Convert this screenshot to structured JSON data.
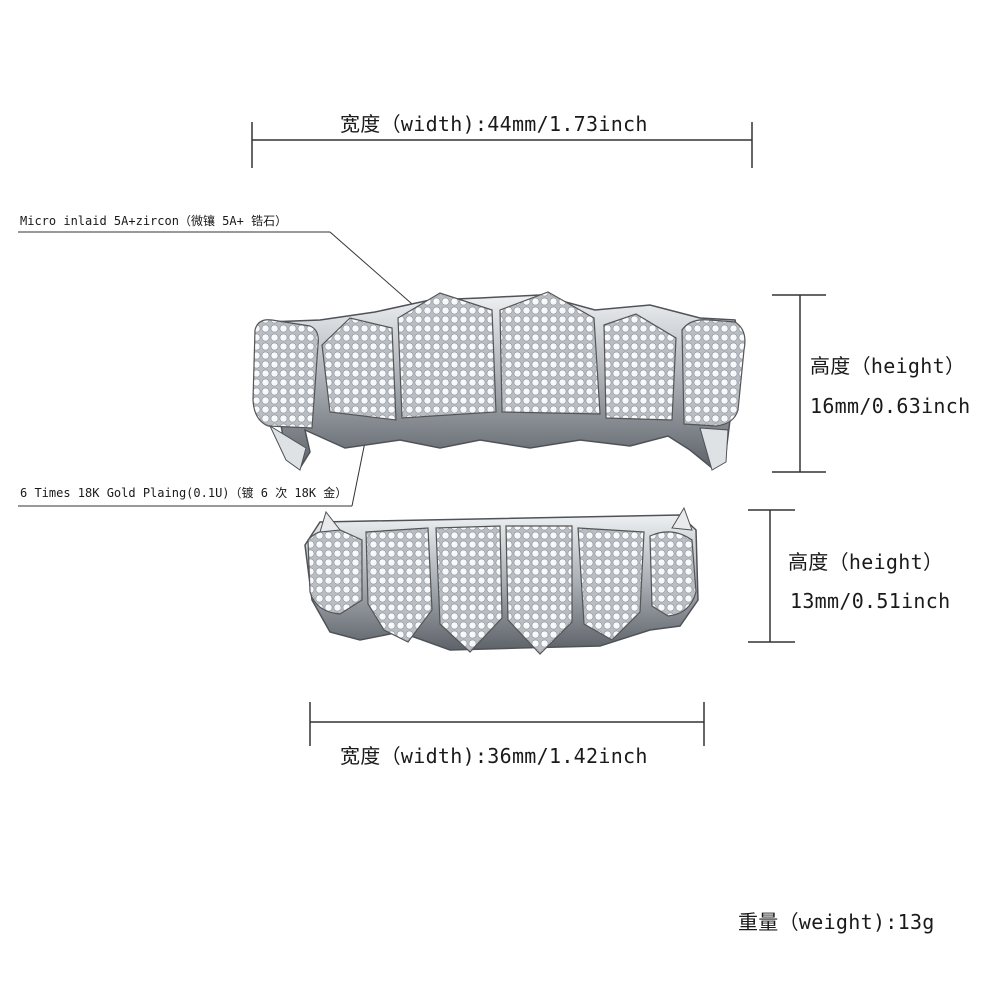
{
  "top_width_label": "宽度（width):44mm/1.73inch",
  "bottom_width_label": "宽度（width):36mm/1.42inch",
  "top_height": {
    "label": "高度（height）",
    "value": "16mm/0.63inch"
  },
  "bottom_height": {
    "label": "高度（height）",
    "value": "13mm/0.51inch"
  },
  "note_zircon": "Micro inlaid 5A+zircon（微镶 5A+ 锆石）",
  "note_plating": "6 Times 18K Gold Plaing(0.1U)（镀 6 次 18K 金）",
  "weight_label": "重量（weight):13g",
  "colors": {
    "metal": "#c9cdd2",
    "metal_dark": "#6f747a",
    "stone": "#f4f6f8",
    "line": "#333333"
  }
}
